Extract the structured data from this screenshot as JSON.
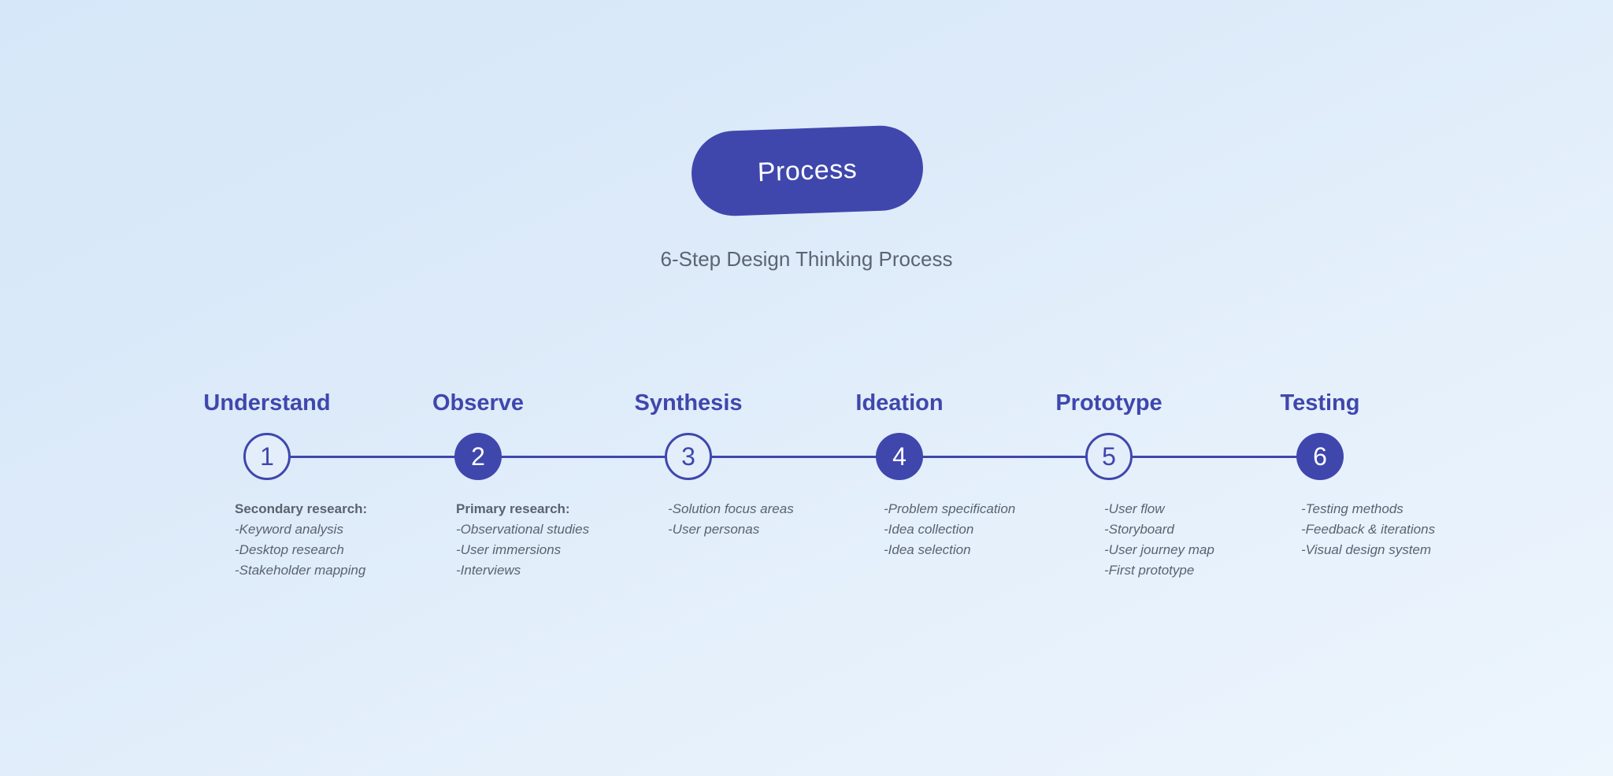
{
  "colors": {
    "accent": "#3f47ad",
    "subtitle_text": "#5b6472",
    "notes_text": "#5a6270"
  },
  "badge": {
    "label": "Process"
  },
  "subtitle": "6-Step Design Thinking Process",
  "steps": [
    {
      "title": "Understand",
      "number": "1",
      "style": "outline",
      "notes_heading": "Secondary research:",
      "notes": [
        "-Keyword analysis",
        "-Desktop research",
        "-Stakeholder mapping"
      ]
    },
    {
      "title": "Observe",
      "number": "2",
      "style": "filled",
      "notes_heading": "Primary research:",
      "notes": [
        "-Observational studies",
        "-User immersions",
        "-Interviews"
      ]
    },
    {
      "title": "Synthesis",
      "number": "3",
      "style": "outline",
      "notes_heading": "",
      "notes": [
        "-Solution focus areas",
        "-User personas"
      ]
    },
    {
      "title": "Ideation",
      "number": "4",
      "style": "filled",
      "notes_heading": "",
      "notes": [
        "-Problem specification",
        "-Idea collection",
        "-Idea selection"
      ]
    },
    {
      "title": "Prototype",
      "number": "5",
      "style": "outline",
      "notes_heading": "",
      "notes": [
        "-User flow",
        "-Storyboard",
        "-User journey map",
        "-First prototype"
      ]
    },
    {
      "title": "Testing",
      "number": "6",
      "style": "filled",
      "notes_heading": "",
      "notes": [
        "-Testing methods",
        "-Feedback & iterations",
        "-Visual design system"
      ]
    }
  ]
}
